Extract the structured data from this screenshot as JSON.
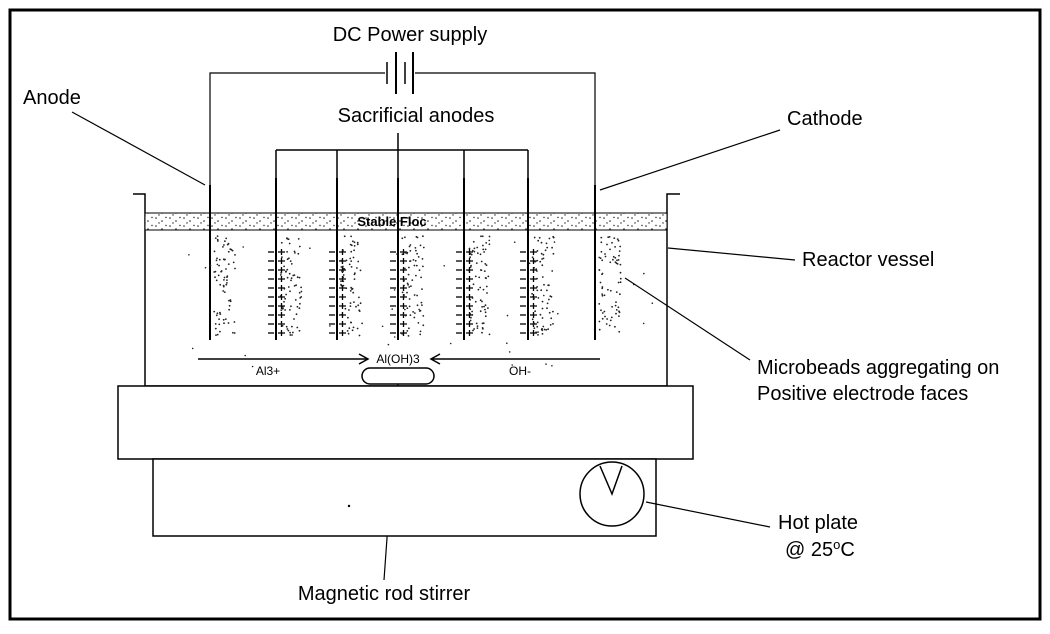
{
  "labels": {
    "power_supply": "DC Power supply",
    "anode": "Anode",
    "sacrificial_anodes": "Sacrificial anodes",
    "cathode": "Cathode",
    "stable_floc": "Stable  Floc",
    "reactor_vessel": "Reactor vessel",
    "microbeads_line1": "Microbeads aggregating on",
    "microbeads_line2": "Positive electrode faces",
    "al3": "Al3+",
    "aloh3": "Al(OH)3",
    "oh": "OH-",
    "hot_plate_line1": "Hot plate",
    "hot_plate_line2": "@ 25",
    "hot_plate_sup": "o",
    "hot_plate_unit": "C",
    "stirrer": "Magnetic rod stirrer"
  }
}
